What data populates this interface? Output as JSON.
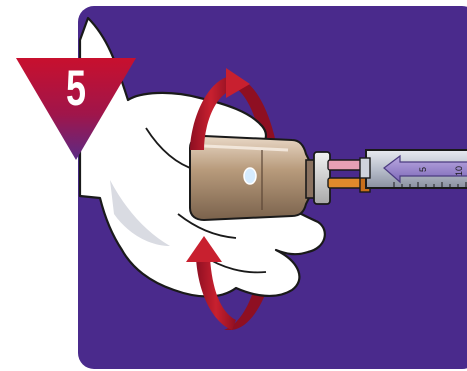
{
  "step": {
    "number": "5",
    "badge_color_top": "#b8142b",
    "badge_color_bottom": "#5b2a86"
  },
  "panel": {
    "background_color": "#4a2a8c"
  },
  "syringe": {
    "scale_labels": [
      "5",
      "10"
    ]
  },
  "icons": {
    "rotation_arrow": "rotate-arrow-icon",
    "hand": "gloved-hand-icon",
    "vial": "vial-icon",
    "syringe": "syringe-icon"
  }
}
